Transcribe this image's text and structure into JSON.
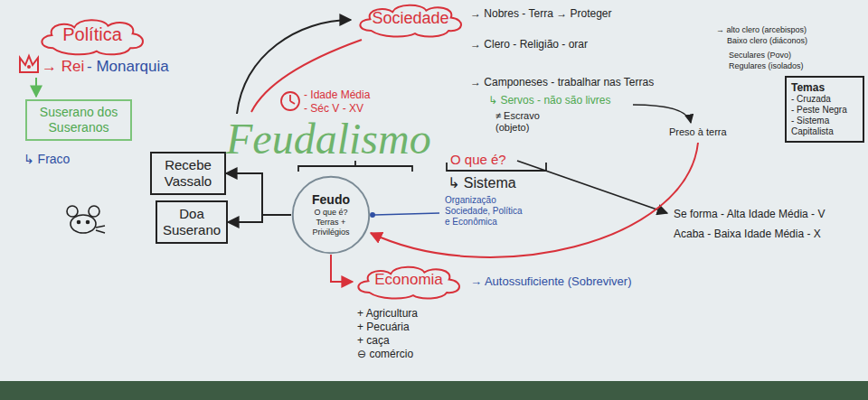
{
  "diagram": {
    "nodes": [
      {
        "text": [
          "Política"
        ]
      },
      {
        "text": [
          "Sociedade"
        ]
      },
      {
        "text": [
          "Suserano dos Suseranos"
        ]
      },
      {
        "text": [
          "Recebe Vassalo"
        ]
      },
      {
        "text": [
          "Doa Suserano"
        ]
      },
      {
        "text": [
          "Feudo",
          "O que é? Terras + Privilégios"
        ]
      },
      {
        "text": [
          "Economia"
        ]
      },
      {
        "text": [
          "Temas",
          "- Cruzada",
          "- Peste Negra",
          "- Sistema Capitalista"
        ]
      }
    ],
    "edges": [
      {
        "from": 5,
        "to": 3,
        "arrow": "to"
      },
      {
        "from": 5,
        "to": 4,
        "arrow": "to"
      },
      {
        "from": 5,
        "to": 6,
        "arrow": "to"
      }
    ],
    "labels": [
      "→ Rei",
      "- Monarquia",
      "↳ Fraco",
      "Feudalismo",
      "- Idade Média",
      "- Séc V - XV",
      "→ Nobres - Terra → Proteger",
      "→ Clero - Religião - orar",
      "→ alto clero (arcebispos)",
      "Baixo clero (diáconos)",
      "Seculares (Povo)",
      "Regulares (isolados)",
      "→ Camponeses - trabalhar nas Terras",
      "↳ Servos - não são livres",
      "≠ Escravo (objeto)",
      "Preso à terra",
      "O que é?",
      "↳ Sistema",
      "Organização Sociedade, Política e Econômica",
      "→ Autossuficiente (Sobreviver)",
      "+ Agricultura",
      "+ Pecuária",
      "+ caça",
      "⊖ comércio",
      "Se forma - Alta Idade Média - V",
      "Acaba - Baixa Idade Média - X"
    ]
  }
}
